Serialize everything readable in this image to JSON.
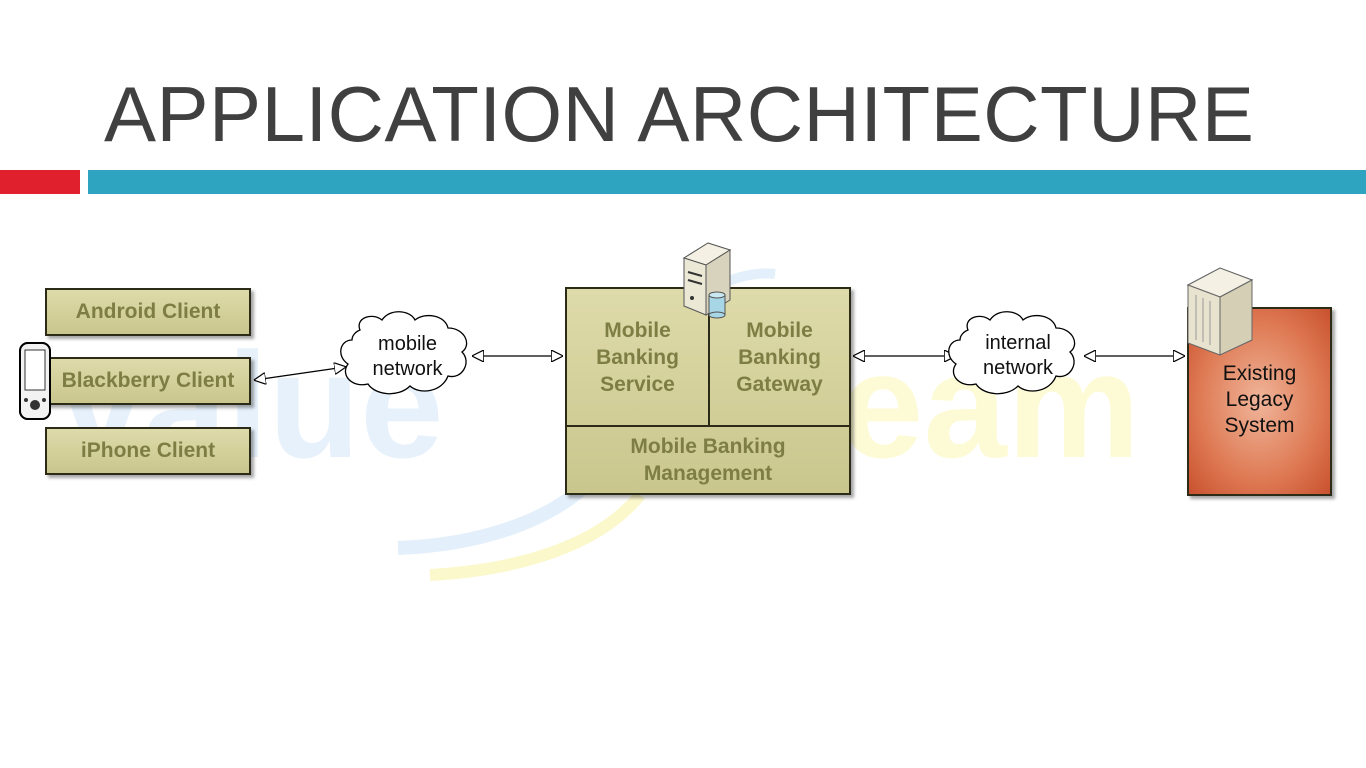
{
  "slide": {
    "title": "APPLICATION ARCHITECTURE",
    "watermark": {
      "left": "value",
      "right": "eam"
    }
  },
  "diagram": {
    "clients": [
      {
        "label": "Android Client"
      },
      {
        "label": "Blackberry Client"
      },
      {
        "label": "iPhone Client"
      }
    ],
    "mobile_network": {
      "line1": "mobile",
      "line2": "network"
    },
    "mobile_banking": {
      "service": {
        "line1": "Mobile",
        "line2": "Banking",
        "line3": "Service"
      },
      "gateway": {
        "line1": "Mobile",
        "line2": "Banking",
        "line3": "Gateway"
      },
      "management": {
        "line1": "Mobile Banking",
        "line2": "Management"
      }
    },
    "internal_network": {
      "line1": "internal",
      "line2": "network"
    },
    "legacy": {
      "line1": "Existing",
      "line2": "Legacy",
      "line3": "System"
    }
  },
  "colors": {
    "accent_red": "#e0202c",
    "accent_blue": "#2fa4c0",
    "component_fill": "#d6d3a0",
    "component_text": "#7e7e44",
    "legacy_fill": "#de7a54"
  },
  "icons": [
    "mobile-device-icon",
    "server-icon",
    "database-icon",
    "tower-server-icon",
    "cloud-icon"
  ]
}
